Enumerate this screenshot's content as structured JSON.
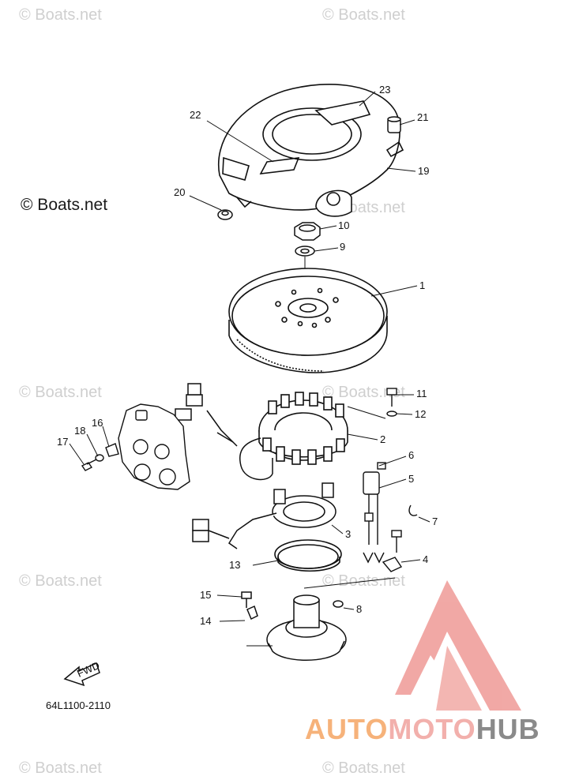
{
  "watermarks": {
    "main": "© Boats.net",
    "repeat": "© Boats.net"
  },
  "diagram_code": "64L1100-2110",
  "fwd_label": "FWD",
  "brand": {
    "part1": "AUTO",
    "part2": "MOTO",
    "part3": "HUB"
  },
  "callouts": [
    "1",
    "2",
    "3",
    "4",
    "5",
    "6",
    "7",
    "8",
    "9",
    "10",
    "11",
    "12",
    "13",
    "14",
    "15",
    "16",
    "17",
    "18",
    "19",
    "20",
    "21",
    "22",
    "23"
  ]
}
